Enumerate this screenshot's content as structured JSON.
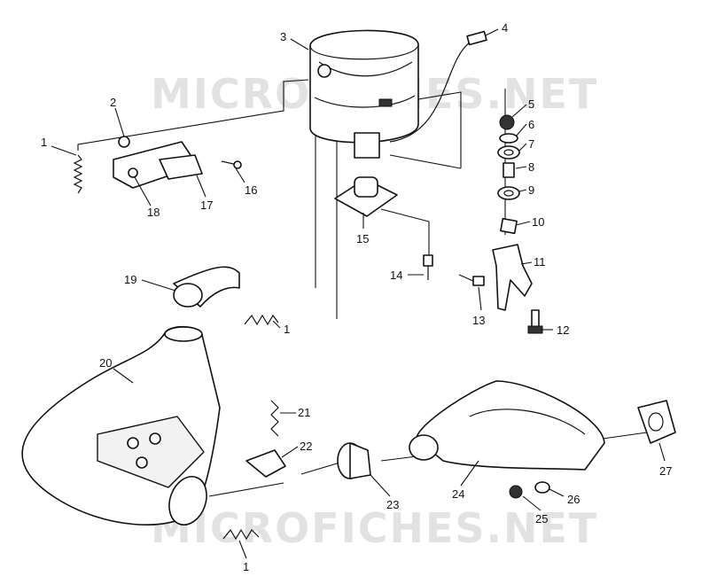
{
  "watermarks": [
    "MICROFICHES.NET",
    "MICROFICHES.NET"
  ],
  "callouts": {
    "c1a": "1",
    "c2": "2",
    "c3": "3",
    "c4": "4",
    "c5": "5",
    "c6": "6",
    "c7": "7",
    "c8": "8",
    "c9": "9",
    "c10": "10",
    "c11": "11",
    "c12": "12",
    "c13": "13",
    "c14": "14",
    "c15": "15",
    "c16": "16",
    "c17": "17",
    "c18": "18",
    "c19": "19",
    "c1b": "1",
    "c20": "20",
    "c21": "21",
    "c22": "22",
    "c23": "23",
    "c24": "24",
    "c25": "25",
    "c26": "26",
    "c27": "27",
    "c1c": "1"
  }
}
